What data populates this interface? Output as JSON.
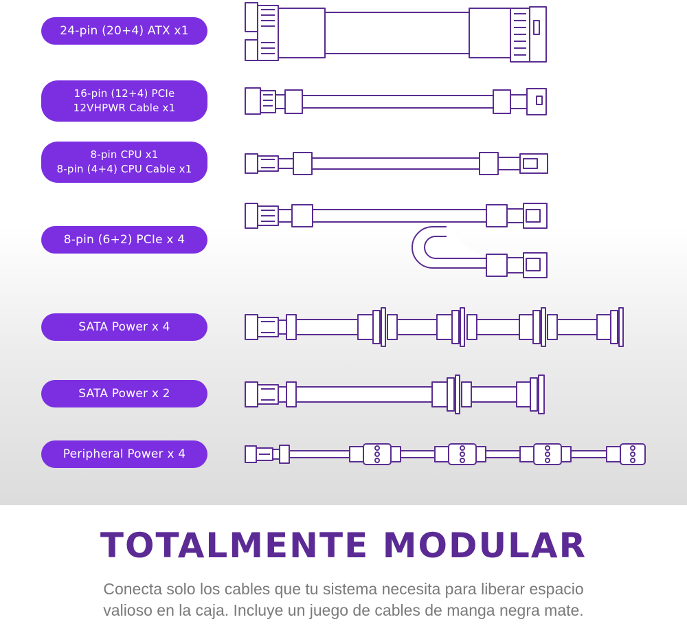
{
  "cables": [
    {
      "lines": [
        "24-pin (20+4) ATX x1"
      ]
    },
    {
      "lines": [
        "16-pin (12+4) PCIe",
        "12VHPWR Cable x1"
      ]
    },
    {
      "lines": [
        "8-pin CPU x1",
        "8-pin (4+4) CPU Cable x1"
      ]
    },
    {
      "lines": [
        "8-pin (6+2) PCIe x 4"
      ]
    },
    {
      "lines": [
        "SATA Power x 4"
      ]
    },
    {
      "lines": [
        "SATA Power x 2"
      ]
    },
    {
      "lines": [
        "Peripheral Power x 4"
      ]
    }
  ],
  "heading": "TOTALMENTE MODULAR",
  "description": [
    "Conecta solo los cables que tu sistema necesita para liberar espacio",
    "valioso en la caja. Incluye un juego de cables de manga negra mate."
  ],
  "colors": {
    "accent": "#7b2fe0",
    "heading": "#5b2a94",
    "line": "#5a2d91"
  }
}
